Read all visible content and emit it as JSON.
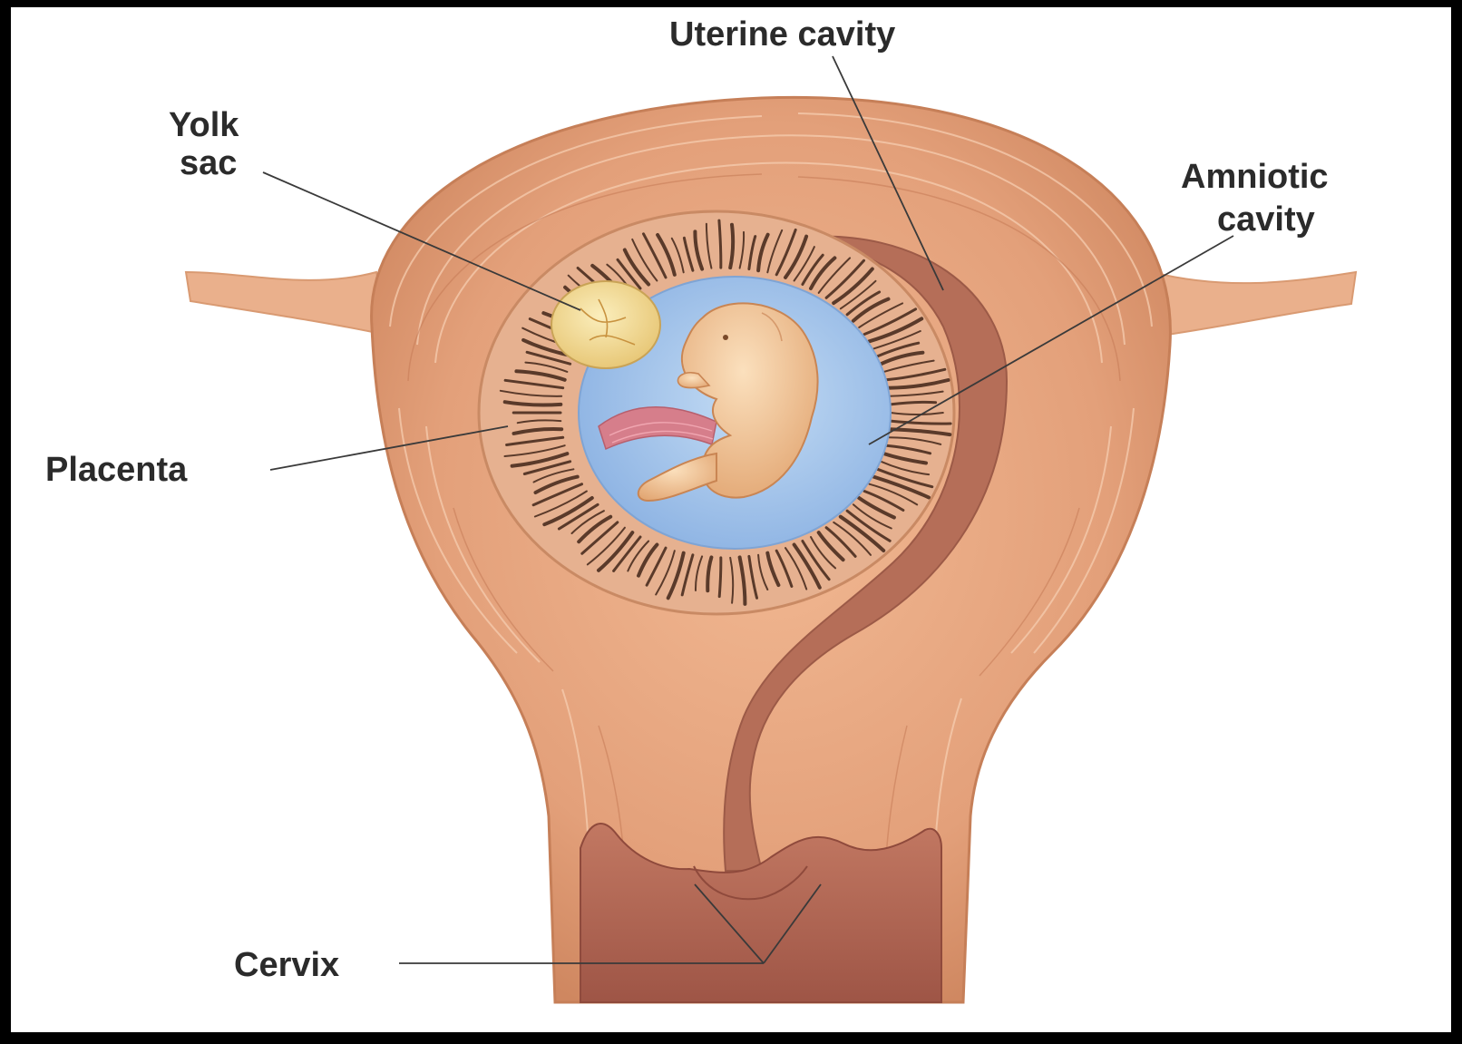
{
  "labels": {
    "uterine_cavity": "Uterine cavity",
    "yolk_sac_line1": "Yolk",
    "yolk_sac_line2": "sac",
    "amniotic_cavity_line1": "Amniotic",
    "amniotic_cavity_line2": "cavity",
    "placenta": "Placenta",
    "cervix": "Cervix"
  },
  "colors": {
    "frame": "#000000",
    "panel": "#ffffff",
    "uterine_wall": "#e8a57d",
    "uterine_wall_dark": "#c97a52",
    "muscle_streak": "#f3c3a0",
    "cavity": "#b8705a",
    "placenta_villi": "#5a3a2a",
    "amniotic_fluid": "#9cc0e8",
    "embryo": "#f4c69a",
    "yolk_sac": "#f3dc98",
    "umbilical_cord": "#d97f8c"
  }
}
